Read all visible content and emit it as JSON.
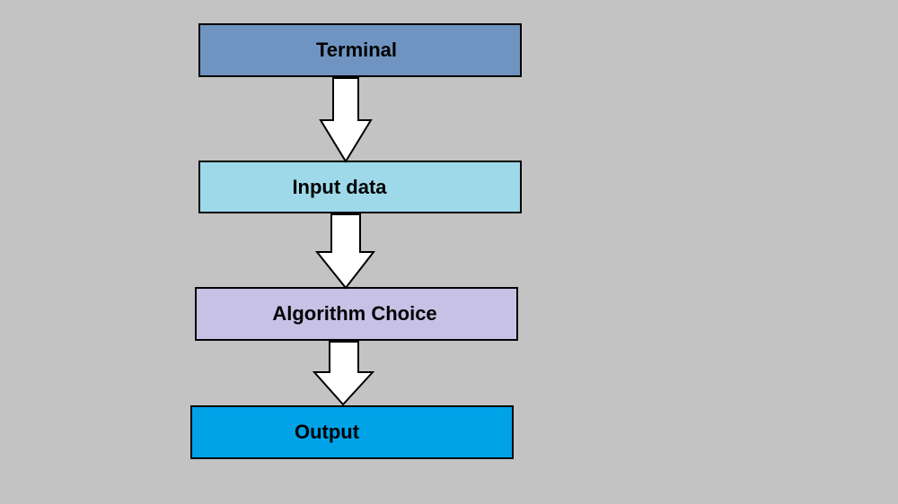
{
  "flowchart": {
    "steps": [
      {
        "label": "Terminal",
        "fill": "#7094c1"
      },
      {
        "label": "Input data",
        "fill": "#9ed9ea"
      },
      {
        "label": "Algorithm Choice",
        "fill": "#c7c1e5"
      },
      {
        "label": "Output",
        "fill": "#00a2e8"
      }
    ],
    "connectors": [
      {
        "from": "Terminal",
        "to": "Input data"
      },
      {
        "from": "Input data",
        "to": "Algorithm Choice"
      },
      {
        "from": "Algorithm Choice",
        "to": "Output"
      }
    ]
  },
  "colors": {
    "background": "#c3c3c3",
    "border": "#000000",
    "arrow_fill": "#ffffff"
  }
}
